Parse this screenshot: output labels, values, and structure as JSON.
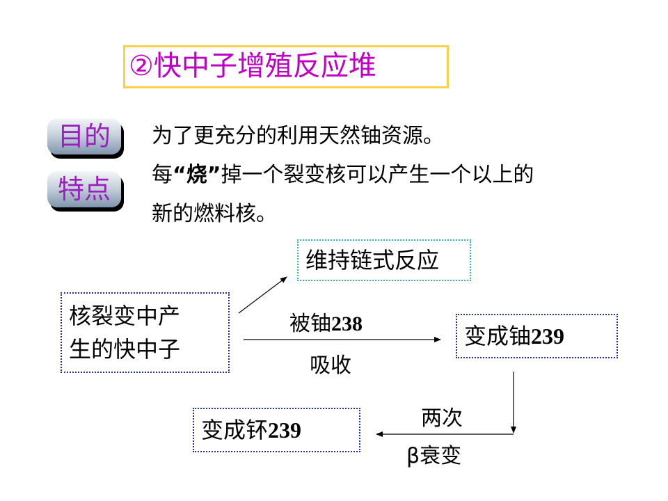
{
  "title": "②快中子增殖反应堆",
  "tags": {
    "purpose": "目的",
    "feature": "特点"
  },
  "purpose_text": "为了更充分的利用天然铀资源。",
  "feature_line1_a": "每",
  "feature_line1_quote": "“烧”",
  "feature_line1_b": "掉一个裂变核可以产生一个以上的",
  "feature_line2": "新的燃料核。",
  "nodes": {
    "sustain": "维持链式反应",
    "fast_neutron_line1": "核裂变中产",
    "fast_neutron_line2": "生的快中子",
    "u239_prefix": "变成铀",
    "u239_num": "239",
    "pu239_prefix": "变成钚",
    "pu239_num": "239"
  },
  "edges": {
    "absorb_top_prefix": "被铀",
    "absorb_top_num": "238",
    "absorb_bottom": "吸收",
    "decay_top": "两次",
    "decay_bottom": "β衰变"
  },
  "colors": {
    "title": "#c000c0",
    "title_border": "#f3d34a",
    "tag_text": "#9b1fbf",
    "box_border": "#1f2f8f",
    "cyan_border": "#2bb3c7"
  }
}
